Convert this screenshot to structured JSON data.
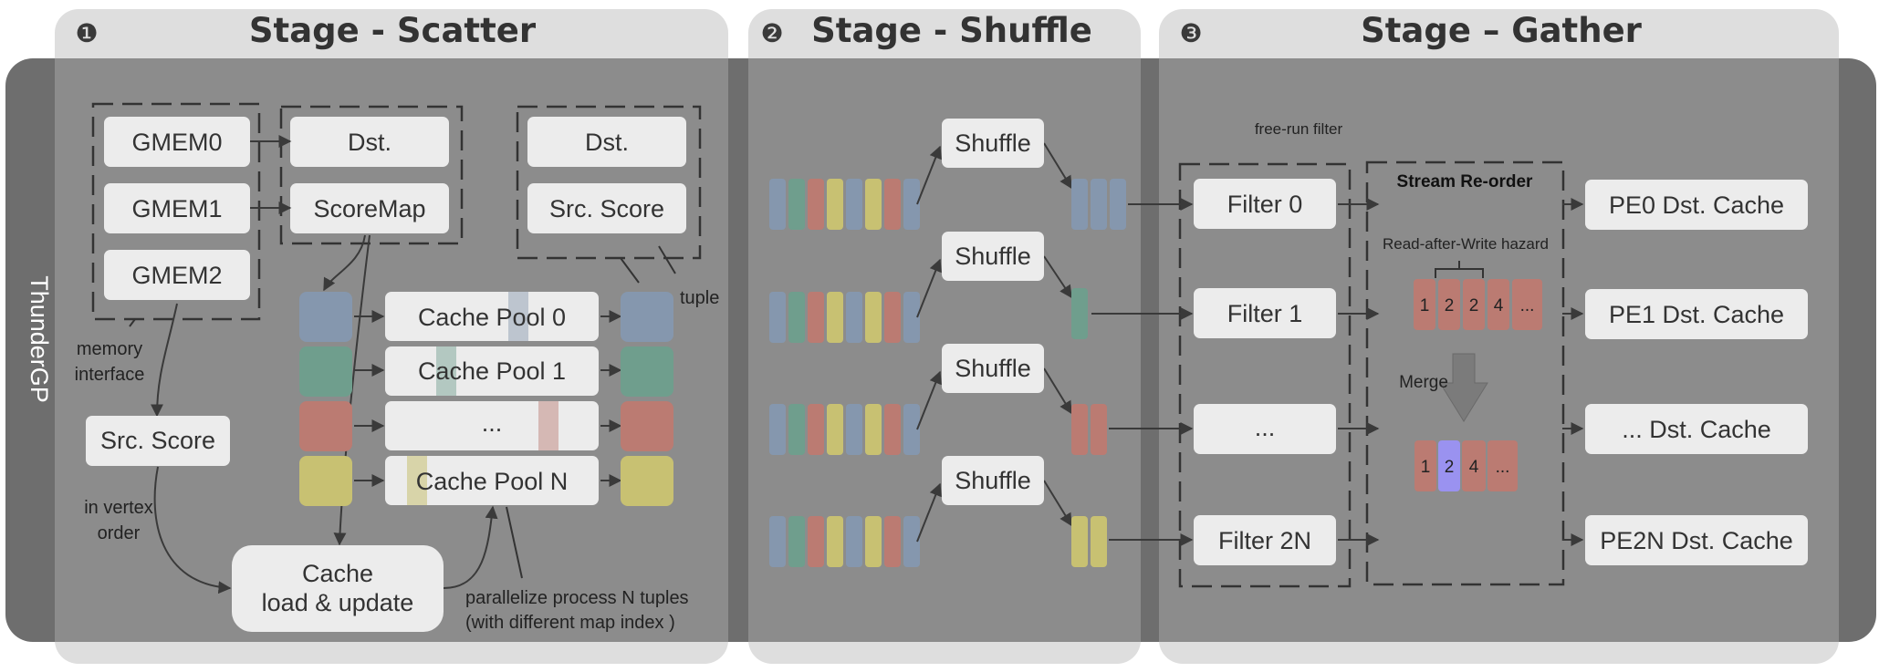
{
  "frame": {
    "side_label": "ThunderGP"
  },
  "stages": [
    {
      "number": "❶",
      "title": "Stage - Scatter"
    },
    {
      "number": "❷",
      "title": "Stage - Shuffle"
    },
    {
      "number": "❸",
      "title": "Stage – Gather"
    }
  ],
  "scatter": {
    "gmem": [
      "GMEM0",
      "GMEM1",
      "GMEM2"
    ],
    "dst": "Dst.",
    "scoremap": "ScoreMap",
    "dst_right": "Dst.",
    "src_score_right": "Src. Score",
    "tuple_label": "tuple",
    "memory_interface": [
      "memory",
      "interface"
    ],
    "src_score": "Src. Score",
    "vertex_order": [
      "in vertex",
      "order"
    ],
    "cache_pools": [
      "Cache Pool 0",
      "Cache Pool 1",
      "...",
      "Cache Pool N"
    ],
    "cache_update": [
      "Cache",
      "load & update"
    ],
    "parallel_note": [
      "parallelize process  N tuples",
      "(with different map index )"
    ]
  },
  "shuffle": {
    "labels": [
      "Shuffle",
      "Shuffle",
      "Shuffle",
      "Shuffle"
    ]
  },
  "gather": {
    "free_run": "free-run filter",
    "filters": [
      "Filter 0",
      "Filter 1",
      "...",
      "Filter 2N"
    ],
    "reorder_title": "Stream Re-order",
    "raw_hazard": "Read-after-Write hazard",
    "seq_before": [
      "1",
      "2",
      "2",
      "4",
      "..."
    ],
    "merge": "Merge",
    "seq_after": [
      "1",
      "2",
      "4",
      "..."
    ],
    "caches": [
      "PE0 Dst. Cache",
      "PE1 Dst. Cache",
      "...   Dst. Cache",
      "PE2N Dst. Cache"
    ]
  },
  "colors": {
    "outer_frame": "#6e6e6e",
    "panel": "#8c8c8c",
    "panel_header": "#dedede",
    "box": "#ececec",
    "blue": "#8597ae",
    "green": "#6f9e8d",
    "red": "#bb7b72",
    "yellow": "#c8c172",
    "purple": "#9a92f0"
  }
}
